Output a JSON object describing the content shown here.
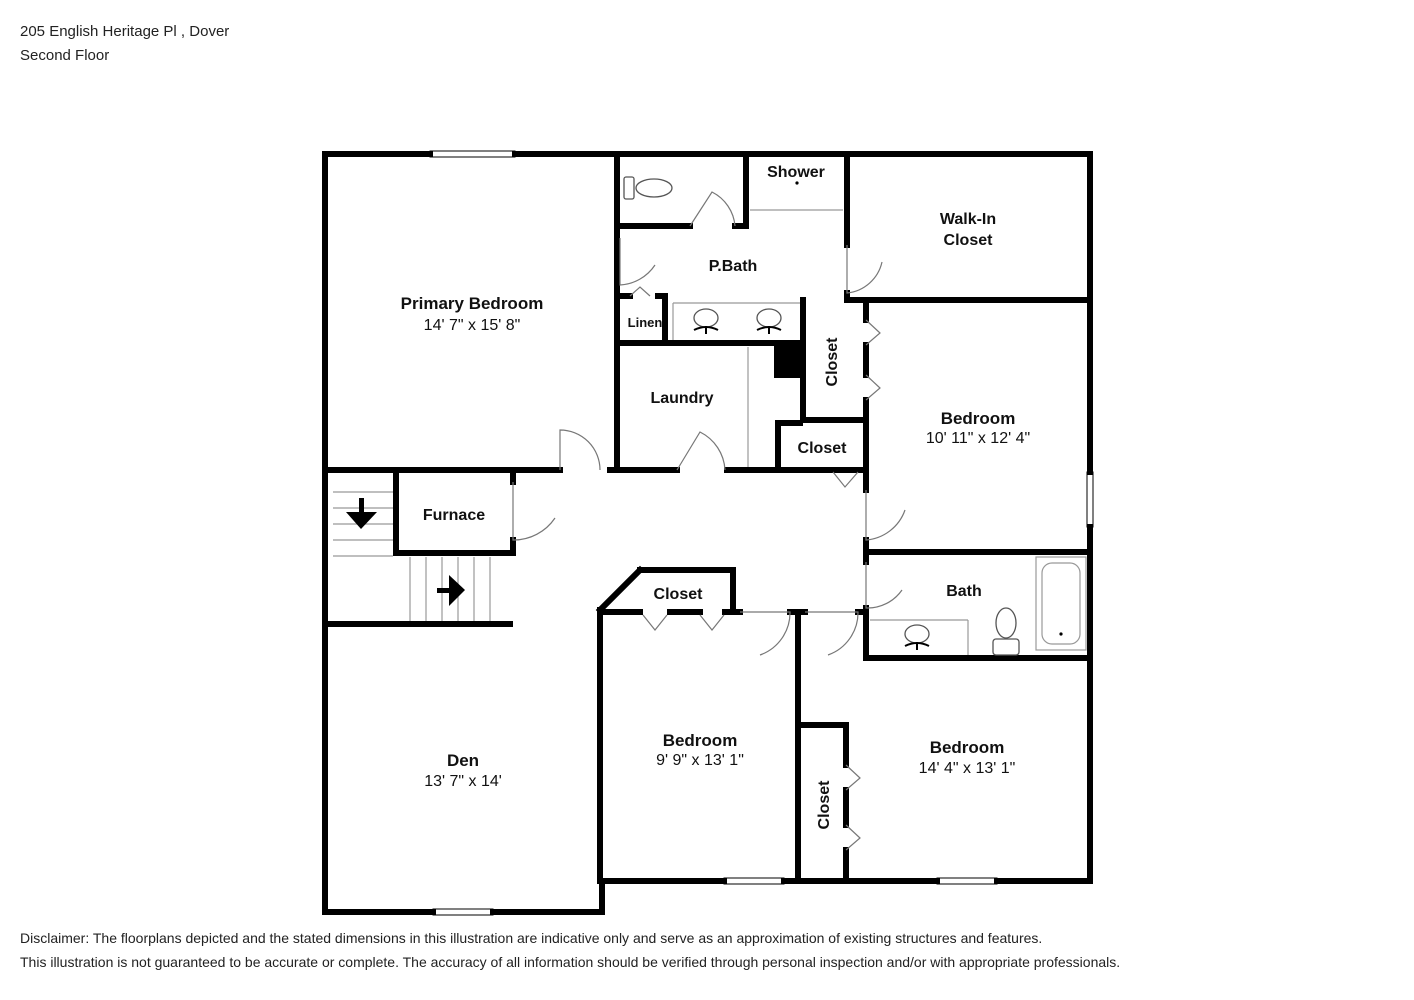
{
  "header": {
    "address": "205 English Heritage Pl , Dover",
    "floor": "Second Floor"
  },
  "rooms": {
    "primary_bedroom": {
      "name": "Primary Bedroom",
      "dims": "14' 7\" x 15' 8\""
    },
    "shower": {
      "name": "Shower"
    },
    "walk_in_closet": {
      "name_line1": "Walk-In",
      "name_line2": "Closet"
    },
    "pbath": {
      "name": "P.Bath"
    },
    "linen": {
      "name": "Linen"
    },
    "closet_a": {
      "name": "Closet"
    },
    "laundry": {
      "name": "Laundry"
    },
    "closet_b": {
      "name": "Closet"
    },
    "bedroom_ne": {
      "name": "Bedroom",
      "dims": "10' 11\" x 12' 4\""
    },
    "furnace": {
      "name": "Furnace"
    },
    "bath": {
      "name": "Bath"
    },
    "closet_c": {
      "name": "Closet"
    },
    "den": {
      "name": "Den",
      "dims": "13' 7\" x 14'"
    },
    "bedroom_mid": {
      "name": "Bedroom",
      "dims": "9' 9\" x 13' 1\""
    },
    "bedroom_se": {
      "name": "Bedroom",
      "dims": "14' 4\" x 13' 1\""
    },
    "closet_d": {
      "name": "Closet"
    }
  },
  "disclaimer": {
    "line1": "Disclaimer: The floorplans depicted and the stated dimensions in this illustration are indicative only and serve as an approximation of existing structures and features.",
    "line2": "This illustration is not guaranteed to be accurate or complete. The accuracy of all information should be verified through personal inspection and/or with appropriate professionals."
  },
  "colors": {
    "wall": "#000000",
    "fixture": "#999999",
    "background": "#ffffff"
  }
}
